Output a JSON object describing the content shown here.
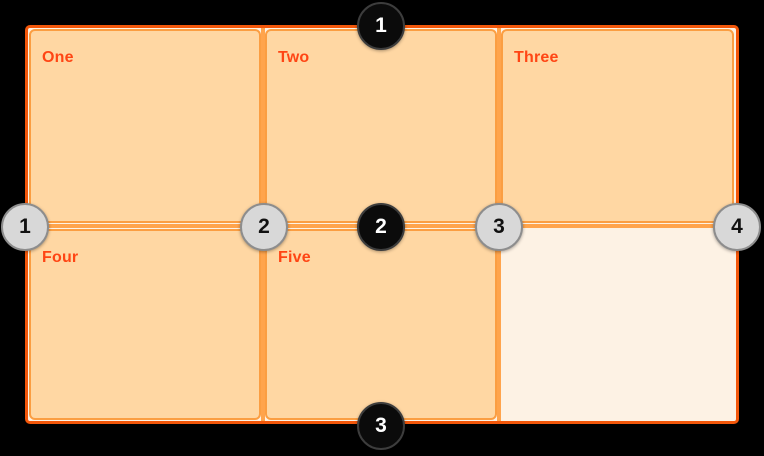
{
  "colors": {
    "page_bg": "#000000",
    "container_border": "#f3570a",
    "container_bg": "#fdf2e4",
    "cell_bg": "#ffd7a3",
    "cell_border": "#fb9e42",
    "grid_line": "#ffa44c",
    "label": "#ff4514",
    "col_marker_bg": "#d8d8d8",
    "col_marker_border": "#8d8d8d",
    "col_marker_text": "#111111",
    "row_marker_bg": "#0b0b0b",
    "row_marker_border": "#3d3d3d",
    "row_marker_text": "#ffffff"
  },
  "grid": {
    "columns": 3,
    "rows": 2,
    "cells": [
      {
        "label": "One"
      },
      {
        "label": "Two"
      },
      {
        "label": "Three"
      },
      {
        "label": "Four"
      },
      {
        "label": "Five"
      },
      {
        "label": ""
      }
    ]
  },
  "markers": {
    "column_lines": [
      {
        "label": "1"
      },
      {
        "label": "2"
      },
      {
        "label": "3"
      },
      {
        "label": "4"
      }
    ],
    "row_lines": [
      {
        "label": "1"
      },
      {
        "label": "2"
      },
      {
        "label": "3"
      }
    ]
  }
}
